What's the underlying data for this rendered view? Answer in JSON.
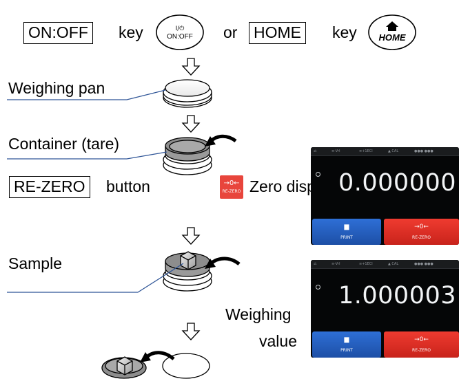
{
  "header": {
    "on_off_label": "ON:OFF",
    "key_word_1": "key",
    "or_word": "or",
    "home_label": "HOME",
    "key_word_2": "key",
    "on_off_icon_symbol": "I/⏻",
    "on_off_icon_text": "ON:OFF",
    "home_icon_text": "HOME"
  },
  "labels": {
    "weighing_pan": "Weighing pan",
    "container": "Container (tare)",
    "re_zero": "RE-ZERO",
    "button_word": "button",
    "zero_display": "Zero display",
    "sample": "Sample",
    "weighing": "Weighing",
    "value": "value"
  },
  "rezero_icon": {
    "symbol": "→0←",
    "text": "RE-ZERO"
  },
  "screens": [
    {
      "reading": "0.000000",
      "status_items": [
        "⚖",
        "≡-Vrl",
        "≡+1ECl",
        "▲ CAL",
        "●●● ●●●"
      ],
      "print_label": "PRINT",
      "rezero_symbol": "→0←",
      "rezero_label": "RE-ZERO"
    },
    {
      "reading": "1.000003",
      "status_items": [
        "⚖",
        "≡-Vrl",
        "≡+1ECl",
        "▲ CAL",
        "●●● ●●●"
      ],
      "print_label": "PRINT",
      "rezero_symbol": "→0←",
      "rezero_label": "RE-ZERO"
    }
  ],
  "colors": {
    "pointer_line": "#2f5597",
    "rezero_red": "#e8453c",
    "print_blue": "#2e6fd6"
  }
}
